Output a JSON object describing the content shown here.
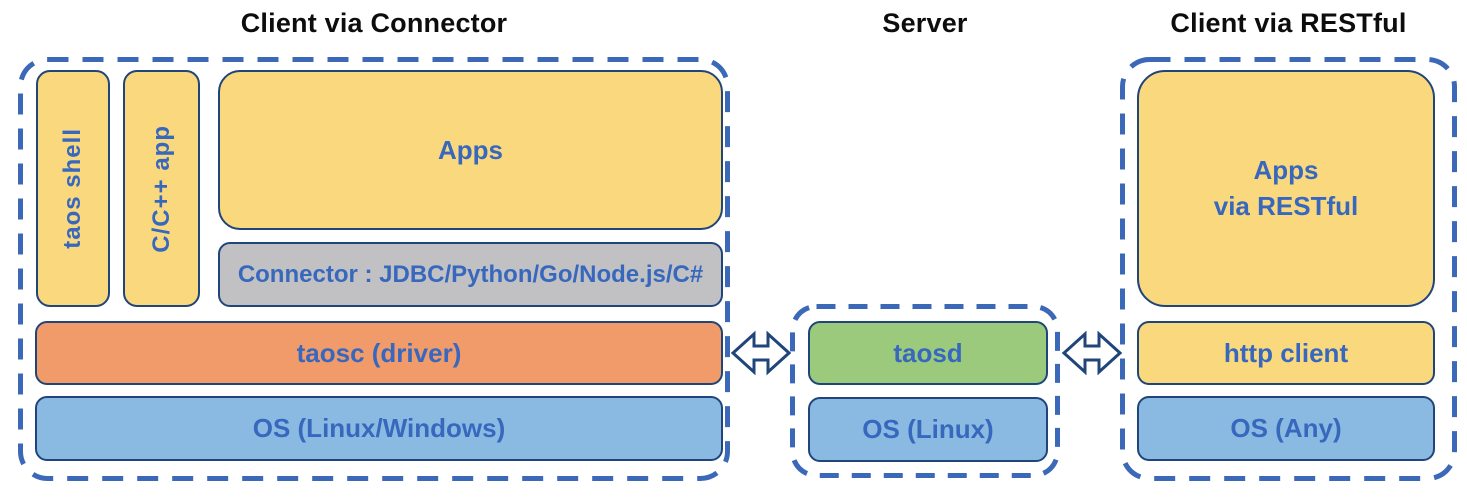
{
  "colors": {
    "dash-blue": "#3C68B8",
    "border-navy": "#20457A",
    "text-blue": "#3768BE",
    "title-color": "#0D0D0D",
    "yellow": "#FAD87D",
    "gray": "#C1C1C3",
    "orange": "#F19B6B",
    "blue": "#8ABAE2",
    "green": "#9CCA7D"
  },
  "titles": {
    "client_connector": "Client via Connector",
    "server": "Server",
    "client_restful": "Client via RESTful"
  },
  "client_connector": {
    "taos_shell": "taos shell",
    "cpp_app": "C/C++ app",
    "apps": "Apps",
    "connector": "Connector : JDBC/Python/Go/Node.js/C#",
    "taosc": "taosc (driver)",
    "os": "OS (Linux/Windows)"
  },
  "server": {
    "taosd": "taosd",
    "os": "OS (Linux)"
  },
  "client_restful": {
    "apps": "Apps\nvia RESTful",
    "http_client": "http client",
    "os": "OS (Any)"
  },
  "icons": {
    "left_link": "double-arrow",
    "right_link": "double-arrow"
  }
}
